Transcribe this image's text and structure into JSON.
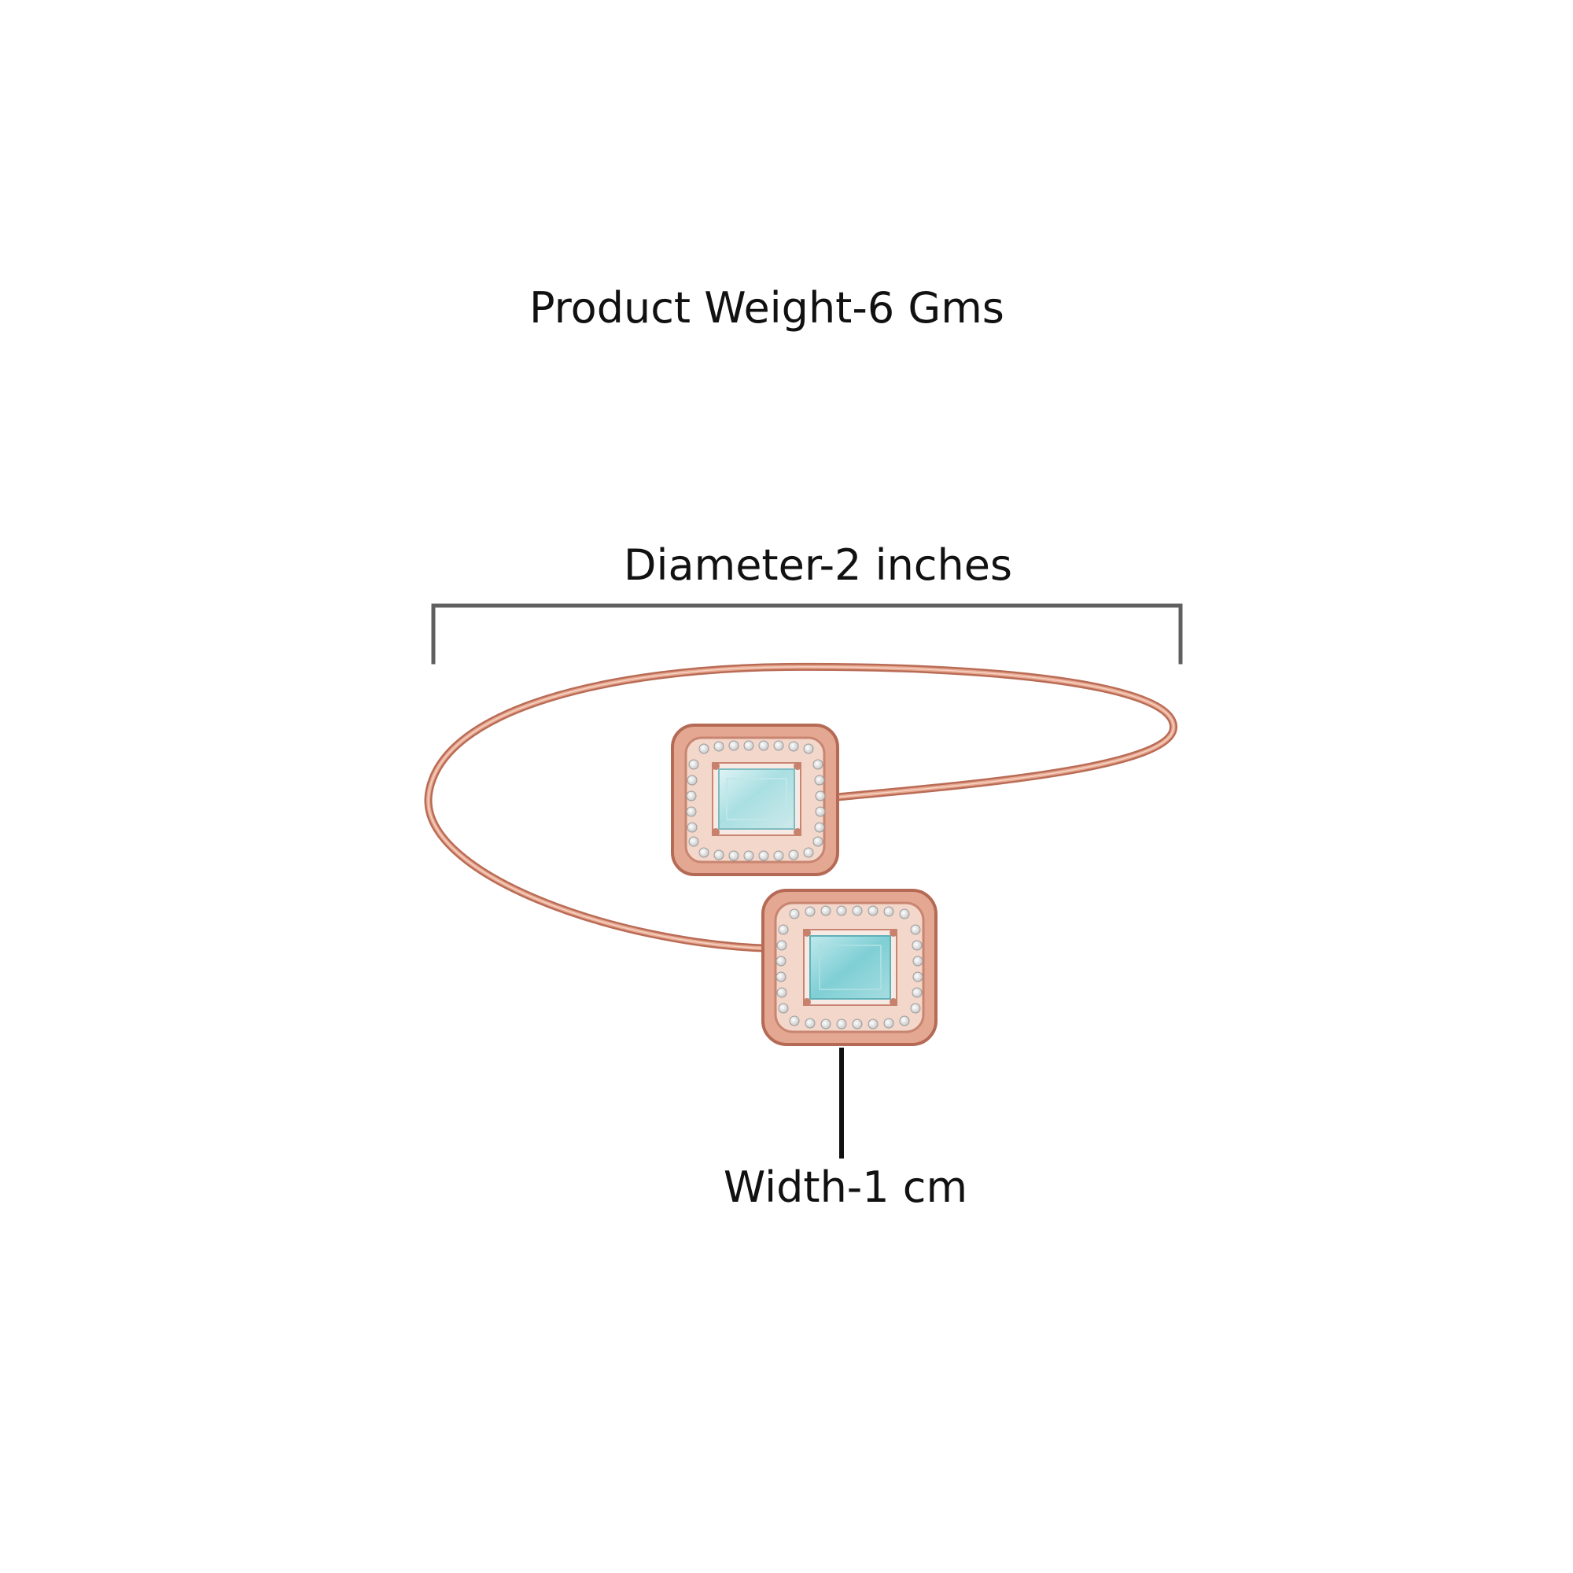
{
  "labels": {
    "weight": "Product Weight-6 Gms",
    "diameter": "Diameter-2 inches",
    "width": "Width-1 cm"
  },
  "colors": {
    "background": "#ffffff",
    "text": "#111111",
    "bracket": "#5f5f5f",
    "wire": "#d9917a",
    "wire_highlight": "#f2c4b3",
    "gem": "#a7dde0",
    "gem_dark": "#6fc2c8",
    "halo_stone": "#eeeeee"
  },
  "icons": {
    "bangle": "rose-gold-bypass-bangle-image",
    "gem": "emerald-cut-aqua-stone",
    "dimension_bracket": "dimension-bracket",
    "pointer_line": "pointer-line"
  }
}
